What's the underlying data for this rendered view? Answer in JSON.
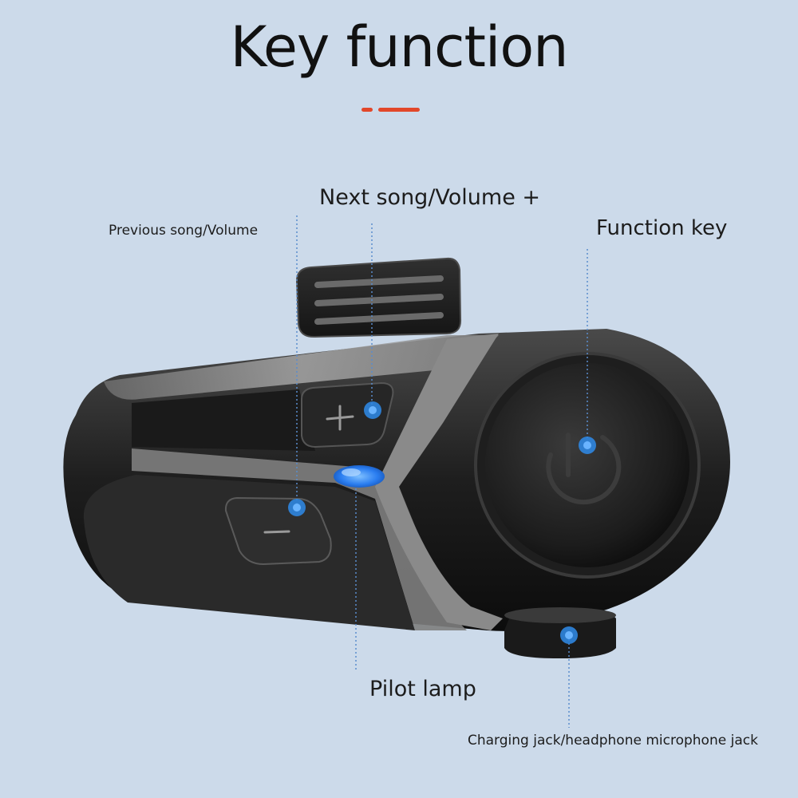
{
  "title": "Key function",
  "colors": {
    "background": "#ccdaea",
    "accent": "#e2472a",
    "indicator_dot": "#2f86e0",
    "pilot_lamp": "#2a7df0"
  },
  "labels": {
    "previous": "Previous song/Volume",
    "next": "Next song/Volume +",
    "function_key": "Function key",
    "pilot_lamp": "Pilot lamp",
    "jack": "Charging jack/headphone microphone jack"
  },
  "icons": {
    "plus": "plus-icon",
    "minus": "minus-icon",
    "power": "power-icon"
  }
}
